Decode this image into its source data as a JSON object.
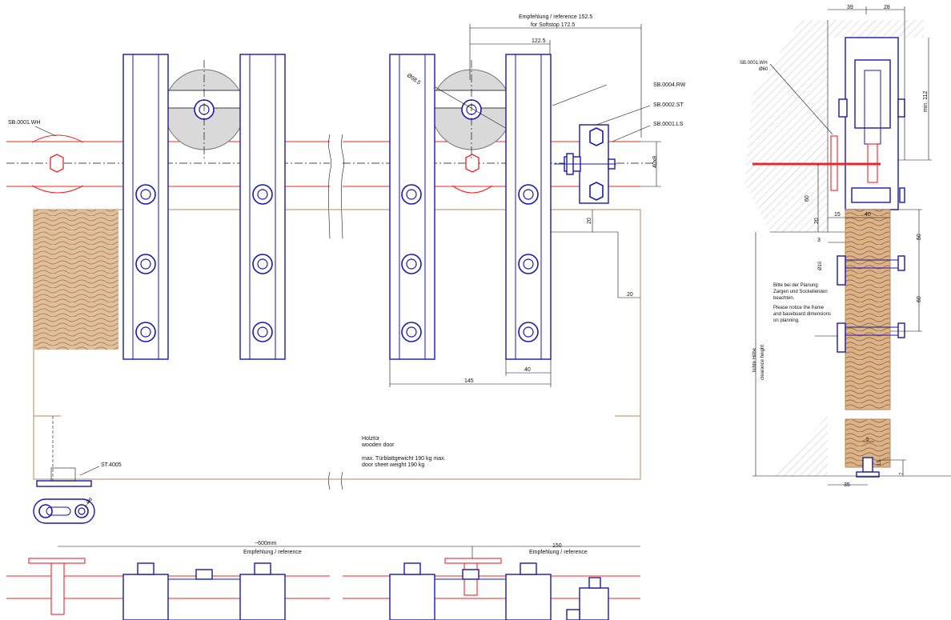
{
  "colors": {
    "hardware": "#1a1aa6",
    "rail": "#e8262b",
    "door": "#b88a5a",
    "wood": "#c89a6a",
    "wheel": "#d9d9d9",
    "lines": "#111111"
  },
  "labels": {
    "ref_top_1": "Empfehlung / reference 152.5",
    "ref_top_2": "for Softstop 172.5",
    "dim_122": "122.5",
    "dia_98": "Ø98.5",
    "sb_rw": "SB.0004.RW",
    "sb_st": "SB.0002.ST",
    "sb_ls": "SB.0001.LS",
    "sb_wh_left": "SB.0001.WH",
    "dim_40x8": "40x8",
    "dim_20a": "20",
    "dim_20b": "20",
    "dim_145": "145",
    "dim_40": "40",
    "door_de": "Holztür",
    "door_en": "wooden door",
    "weight_de": "max. Türblattgewicht 190 kg max.",
    "weight_en": "door sheet weight 190 kg",
    "st_4005": "ST.4005",
    "dim_6": "Ø8",
    "ref_bottom_left_1": "~600mm",
    "ref_bottom_left_2": "Empfehlung / reference",
    "ref_bottom_right_1": "150",
    "ref_bottom_right_2": "Empfehlung / reference",
    "side_dim_39": "39",
    "side_dim_28": "28",
    "side_sb_wh": "SB.0001.WH",
    "side_dia_60": "Ø60",
    "side_min_112": "min. 112",
    "side_60a": "60",
    "side_20": "20",
    "side_15": "15",
    "side_40": "40",
    "side_3": "3",
    "side_50": "50",
    "side_dia_10": "Ø10",
    "side_60b": "60",
    "note_de_1": "Bitte bei der Planung",
    "note_de_2": "Zargen und Sockelleisten",
    "note_de_3": "beachten.",
    "note_en_1": "Please notice the frame",
    "note_en_2": "and baseboard dimensions",
    "note_en_3": "on planning.",
    "clearance_de": "lichte Höhe",
    "clearance_en": "clearance height",
    "side_5": "5",
    "side_13": "13",
    "side_7": "7",
    "side_35": "35"
  }
}
